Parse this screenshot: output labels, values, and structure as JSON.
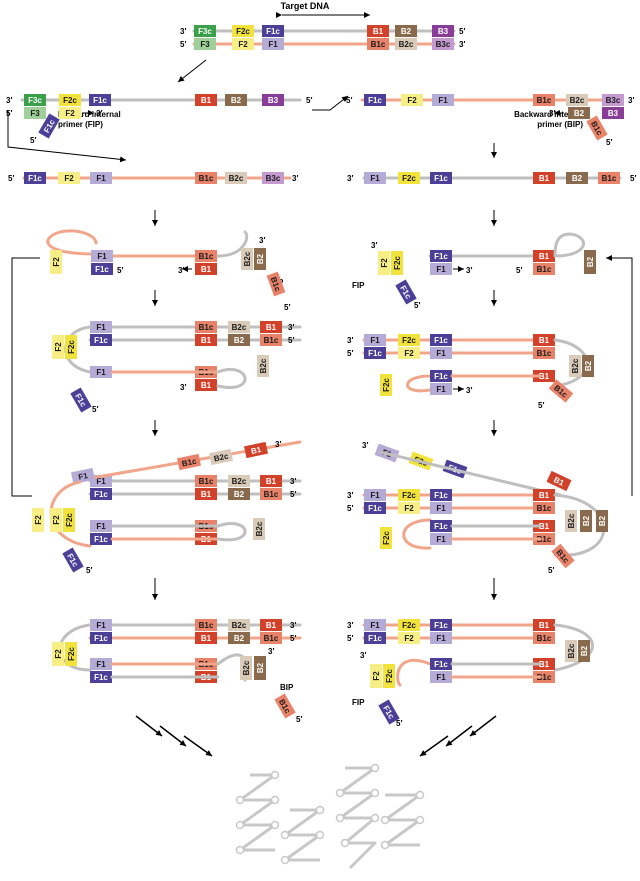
{
  "title": "Target DNA",
  "labels": {
    "five": "5′",
    "three": "3′",
    "fip_title_line1": "Forward internal",
    "fip_title_line2": "primer (FIP)",
    "bip_title_line1": "Backward internal",
    "bip_title_line2": "primer (BIP)",
    "fip": "FIP",
    "bip": "BIP"
  },
  "regions": {
    "F3c": "F3c",
    "F3": "F3",
    "F2c": "F2c",
    "F2": "F2",
    "F1c": "F1c",
    "F1": "F1",
    "B1": "B1",
    "B1c": "B1c",
    "B2": "B2",
    "B2c": "B2c",
    "B3": "B3",
    "B3c": "B3c"
  },
  "colors": {
    "F3c": "#3aa14a",
    "F3": "#9fd09a",
    "F2c": "#f2e33c",
    "F2": "#f7ee86",
    "F1c": "#4b3f98",
    "F1": "#b4acd6",
    "B1": "#d2412a",
    "B1c": "#e8836a",
    "B2": "#8a6a4d",
    "B2c": "#d9cbb8",
    "B3": "#8a3d98",
    "B3c": "#c59ad1",
    "strand_salmon": "#f1a58a",
    "strand_gray": "#bfbfbf",
    "product": "#c8c8c8"
  }
}
